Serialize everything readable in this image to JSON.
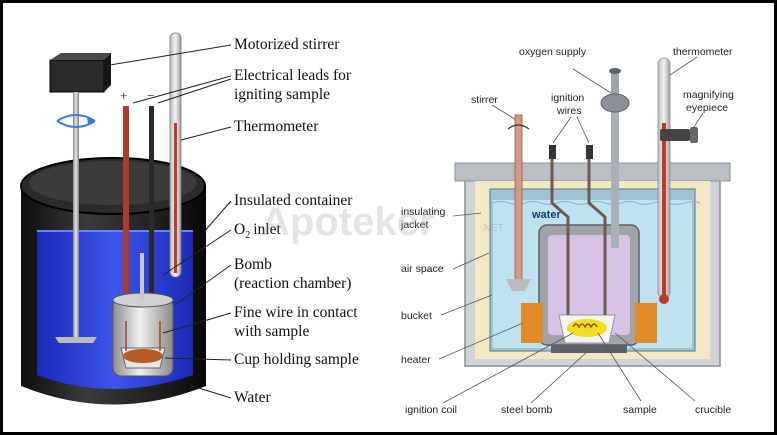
{
  "left_diagram": {
    "labels": [
      "Motorized stirrer",
      "Electrical leads for",
      "igniting sample",
      "Thermometer",
      "Insulated container",
      "inlet",
      "Bomb",
      "(reaction chamber)",
      "Fine wire in contact",
      "with sample",
      "Cup holding sample",
      "Water"
    ],
    "o2_prefix": "O",
    "o2_subscript": "2",
    "plus_sign": "+",
    "minus_sign": "−",
    "colors": {
      "water": "#2b3fd6",
      "container": "#1c1c1c",
      "sample": "#b85a2a"
    }
  },
  "right_diagram": {
    "labels": {
      "stirrer": "stirrer",
      "oxygen_supply": "oxygen supply",
      "ignition_wires_1": "ignition",
      "ignition_wires_2": "wires",
      "thermometer": "thermometer",
      "magnifying_1": "magnifying",
      "magnifying_2": "eyepiece",
      "insulating_1": "insulating",
      "insulating_2": "jacket",
      "water": "water",
      "air_space": "air space",
      "bucket": "bucket",
      "heater": "heater",
      "ignition_coil": "ignition coil",
      "steel_bomb": "steel bomb",
      "sample": "sample",
      "crucible": "crucible"
    },
    "colors": {
      "jacket": "#f3e7c4",
      "water": "#bfe2f1",
      "bomb": "#d8c3e6",
      "heater": "#e08a2a",
      "sample": "#f2e020"
    }
  },
  "watermark": {
    "text": "Apoteker",
    "suffix": ".NET"
  }
}
